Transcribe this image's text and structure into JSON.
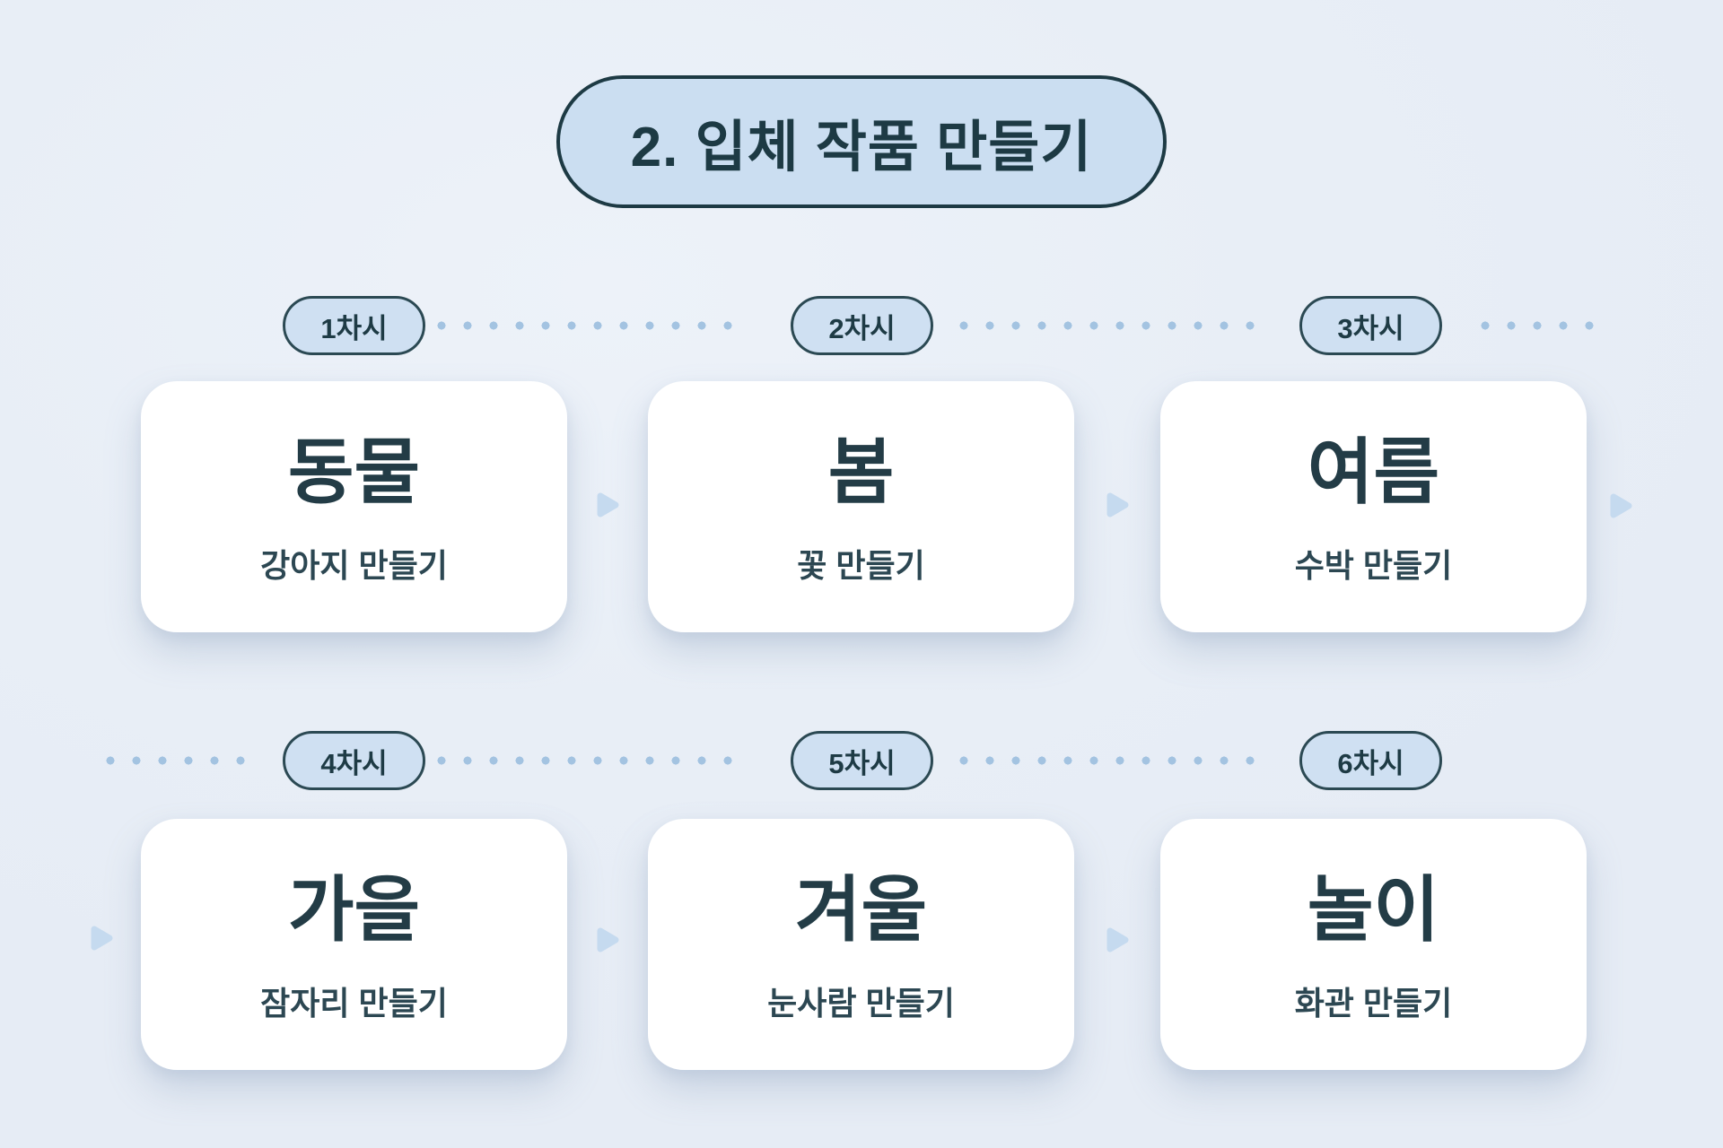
{
  "title": "2. 입체 작품 만들기",
  "colors": {
    "background": "#e8eef6",
    "card_background": "#ffffff",
    "dark_text": "#233c46",
    "subtitle_text": "#2c4752",
    "badge_fill": "#cfe0f2",
    "badge_border": "#2b4953",
    "title_pill_fill": "#cbdef1",
    "title_pill_border": "#1d3a44",
    "connector_dot": "#a3c3e1",
    "flow_arrow": "#c5daef"
  },
  "icons": {
    "flow_arrow": "arrow-right-icon",
    "connector": "dotted-line-connector"
  },
  "rows": [
    {
      "sessions": [
        {
          "badge": "1차시",
          "title": "동물",
          "subtitle": "강아지 만들기"
        },
        {
          "badge": "2차시",
          "title": "봄",
          "subtitle": "꽃 만들기"
        },
        {
          "badge": "3차시",
          "title": "여름",
          "subtitle": "수박 만들기"
        }
      ]
    },
    {
      "sessions": [
        {
          "badge": "4차시",
          "title": "가을",
          "subtitle": "잠자리 만들기"
        },
        {
          "badge": "5차시",
          "title": "겨울",
          "subtitle": "눈사람 만들기"
        },
        {
          "badge": "6차시",
          "title": "놀이",
          "subtitle": "화관 만들기"
        }
      ]
    }
  ]
}
